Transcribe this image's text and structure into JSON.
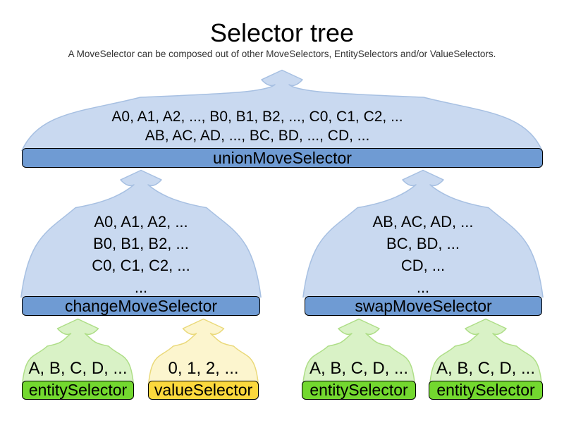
{
  "title": "Selector tree",
  "subtitle": "A MoveSelector can be composed out of other MoveSelectors, EntitySelectors and/or ValueSelectors.",
  "colors": {
    "blue_funnel_fill": "#c9d9f0",
    "blue_funnel_stroke": "#a7c0e2",
    "blue_bar_fill": "#6f9bd3",
    "green_funnel_fill": "#d9f2c6",
    "green_funnel_stroke": "#aede87",
    "green_bar_fill": "#73d82f",
    "yellow_funnel_fill": "#fcf5ce",
    "yellow_funnel_stroke": "#ead97a",
    "yellow_bar_fill": "#fbd83d",
    "bar_border": "#000000",
    "text": "#000000"
  },
  "nodes": [
    {
      "id": "unionMoveSelector",
      "label": "unionMoveSelector",
      "color": "blue",
      "content_lines": [
        "A0, A1, A2, ..., B0, B1, B2, ..., C0, C1, C2, ...",
        "AB, AC, AD, ..., BC, BD, ..., CD, ..."
      ]
    },
    {
      "id": "changeMoveSelector",
      "label": "changeMoveSelector",
      "color": "blue",
      "content_lines": [
        "A0, A1, A2, ...",
        "B0, B1, B2, ...",
        "C0, C1, C2, ...",
        "..."
      ]
    },
    {
      "id": "swapMoveSelector",
      "label": "swapMoveSelector",
      "color": "blue",
      "content_lines": [
        "AB, AC, AD, ...",
        "BC, BD, ...",
        "CD, ...",
        "..."
      ]
    },
    {
      "id": "entitySelector1",
      "label": "entitySelector",
      "color": "green",
      "content_lines": [
        "A, B, C, D, ..."
      ]
    },
    {
      "id": "valueSelector1",
      "label": "valueSelector",
      "color": "yellow",
      "content_lines": [
        "0, 1, 2, ..."
      ]
    },
    {
      "id": "entitySelector2",
      "label": "entitySelector",
      "color": "green",
      "content_lines": [
        "A, B, C, D, ..."
      ]
    },
    {
      "id": "entitySelector3",
      "label": "entitySelector",
      "color": "green",
      "content_lines": [
        "A, B, C, D, ..."
      ]
    }
  ]
}
